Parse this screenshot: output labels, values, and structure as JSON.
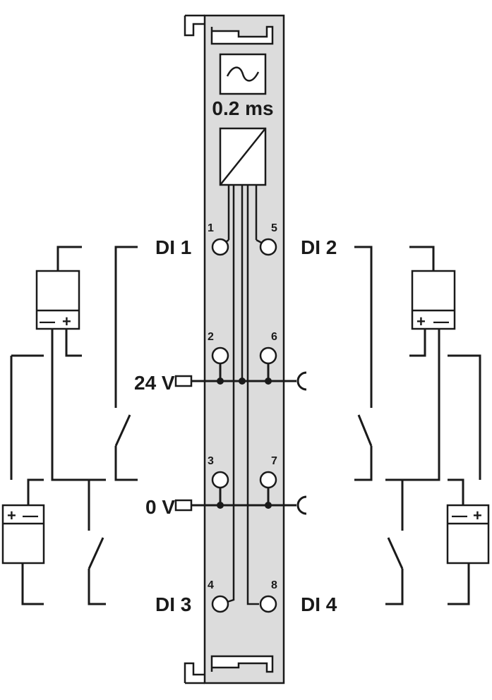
{
  "module": {
    "filter_time": "0.2 ms",
    "supply_voltage": "24 V",
    "ground_voltage": "0 V"
  },
  "channels": {
    "di1": "DI 1",
    "di2": "DI 2",
    "di3": "DI 3",
    "di4": "DI 4"
  },
  "terminals": [
    "1",
    "2",
    "3",
    "4",
    "5",
    "6",
    "7",
    "8"
  ],
  "polarity": {
    "plus": "+",
    "minus": "—"
  },
  "colors": {
    "module_fill": "#dcdcdc",
    "line": "#1a1a1a"
  }
}
